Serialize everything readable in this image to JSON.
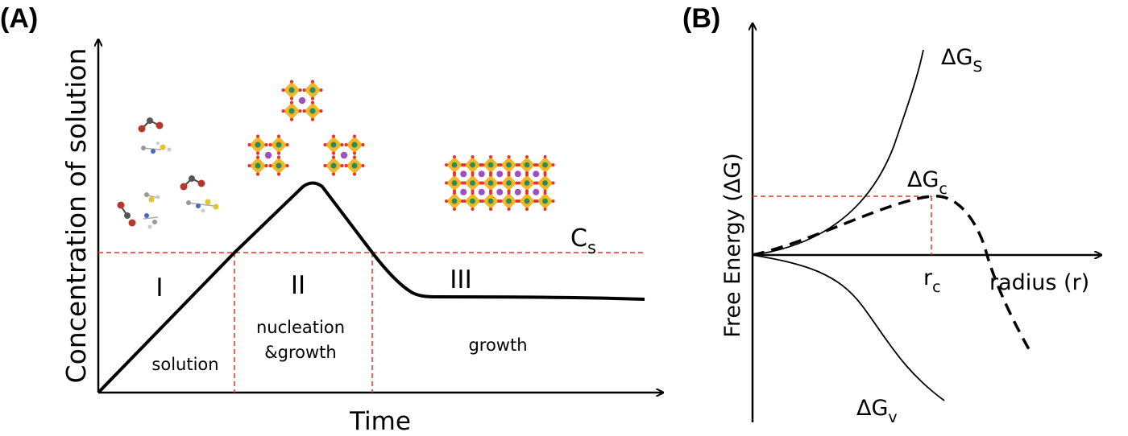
{
  "panel_a": {
    "panel_label": "(A)",
    "y_axis_label": "Concentration of solution",
    "x_axis_label": "Time",
    "cs_label": {
      "main": "C",
      "sub": "s"
    },
    "stage_numerals": [
      "I",
      "II",
      "III"
    ],
    "stage_names": {
      "stage1": "solution",
      "stage2_line1": "nucleation",
      "stage2_line2": "&growth",
      "stage3": "growth"
    }
  },
  "panel_b": {
    "panel_label": "(B)",
    "y_axis_label": "Free Energy (ΔG)",
    "x_axis_label": "radius (r)",
    "curve_labels": {
      "surface": {
        "main": "ΔG",
        "sub": "S"
      },
      "critical": {
        "main": "ΔG",
        "sub": "c"
      },
      "volume": {
        "main": "ΔG",
        "sub": "v"
      }
    },
    "critical_radius": {
      "main": "r",
      "sub": "c"
    }
  },
  "colors": {
    "line": "#000000",
    "dashed_reference": "#e8322b",
    "crystal_octahedron": "#f0b829",
    "crystal_center": "#2f8a5a",
    "crystal_corner": "#e8322b",
    "crystal_cation": "#9b51c4"
  }
}
